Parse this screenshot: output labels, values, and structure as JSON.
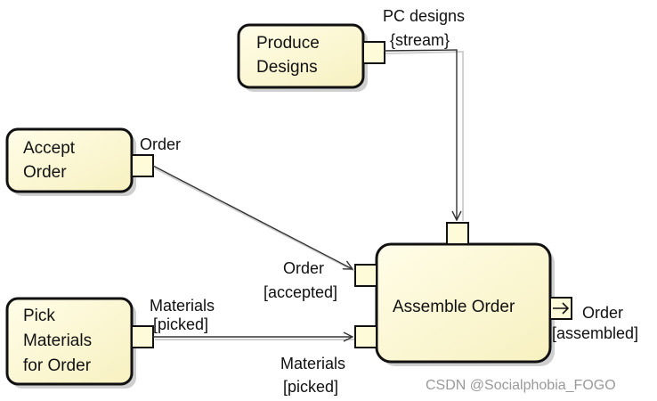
{
  "diagram": {
    "actions": [
      {
        "id": "produce-designs",
        "lines": [
          "Produce",
          "Designs"
        ]
      },
      {
        "id": "accept-order",
        "lines": [
          "Accept",
          "Order"
        ]
      },
      {
        "id": "pick-materials",
        "lines": [
          "Pick",
          "Materials",
          "for Order"
        ]
      },
      {
        "id": "assemble-order",
        "lines": [
          "Assemble Order"
        ]
      }
    ],
    "pin_labels": {
      "pc_designs": [
        "PC designs",
        "{stream}"
      ],
      "order_out": [
        "Order"
      ],
      "materials_out": [
        "Materials",
        "[picked]"
      ],
      "order_in": [
        "Order",
        "[accepted]"
      ],
      "materials_in": [
        "Materials",
        "[picked]"
      ],
      "order_assembled": [
        "Order",
        "[assembled]"
      ]
    },
    "colors": {
      "fill": "#fdfbd8",
      "stroke": "#111111",
      "shadow": "#c8c8c8",
      "arrow": "#333333"
    }
  },
  "watermark": "CSDN @Socialphobia_FOGO"
}
